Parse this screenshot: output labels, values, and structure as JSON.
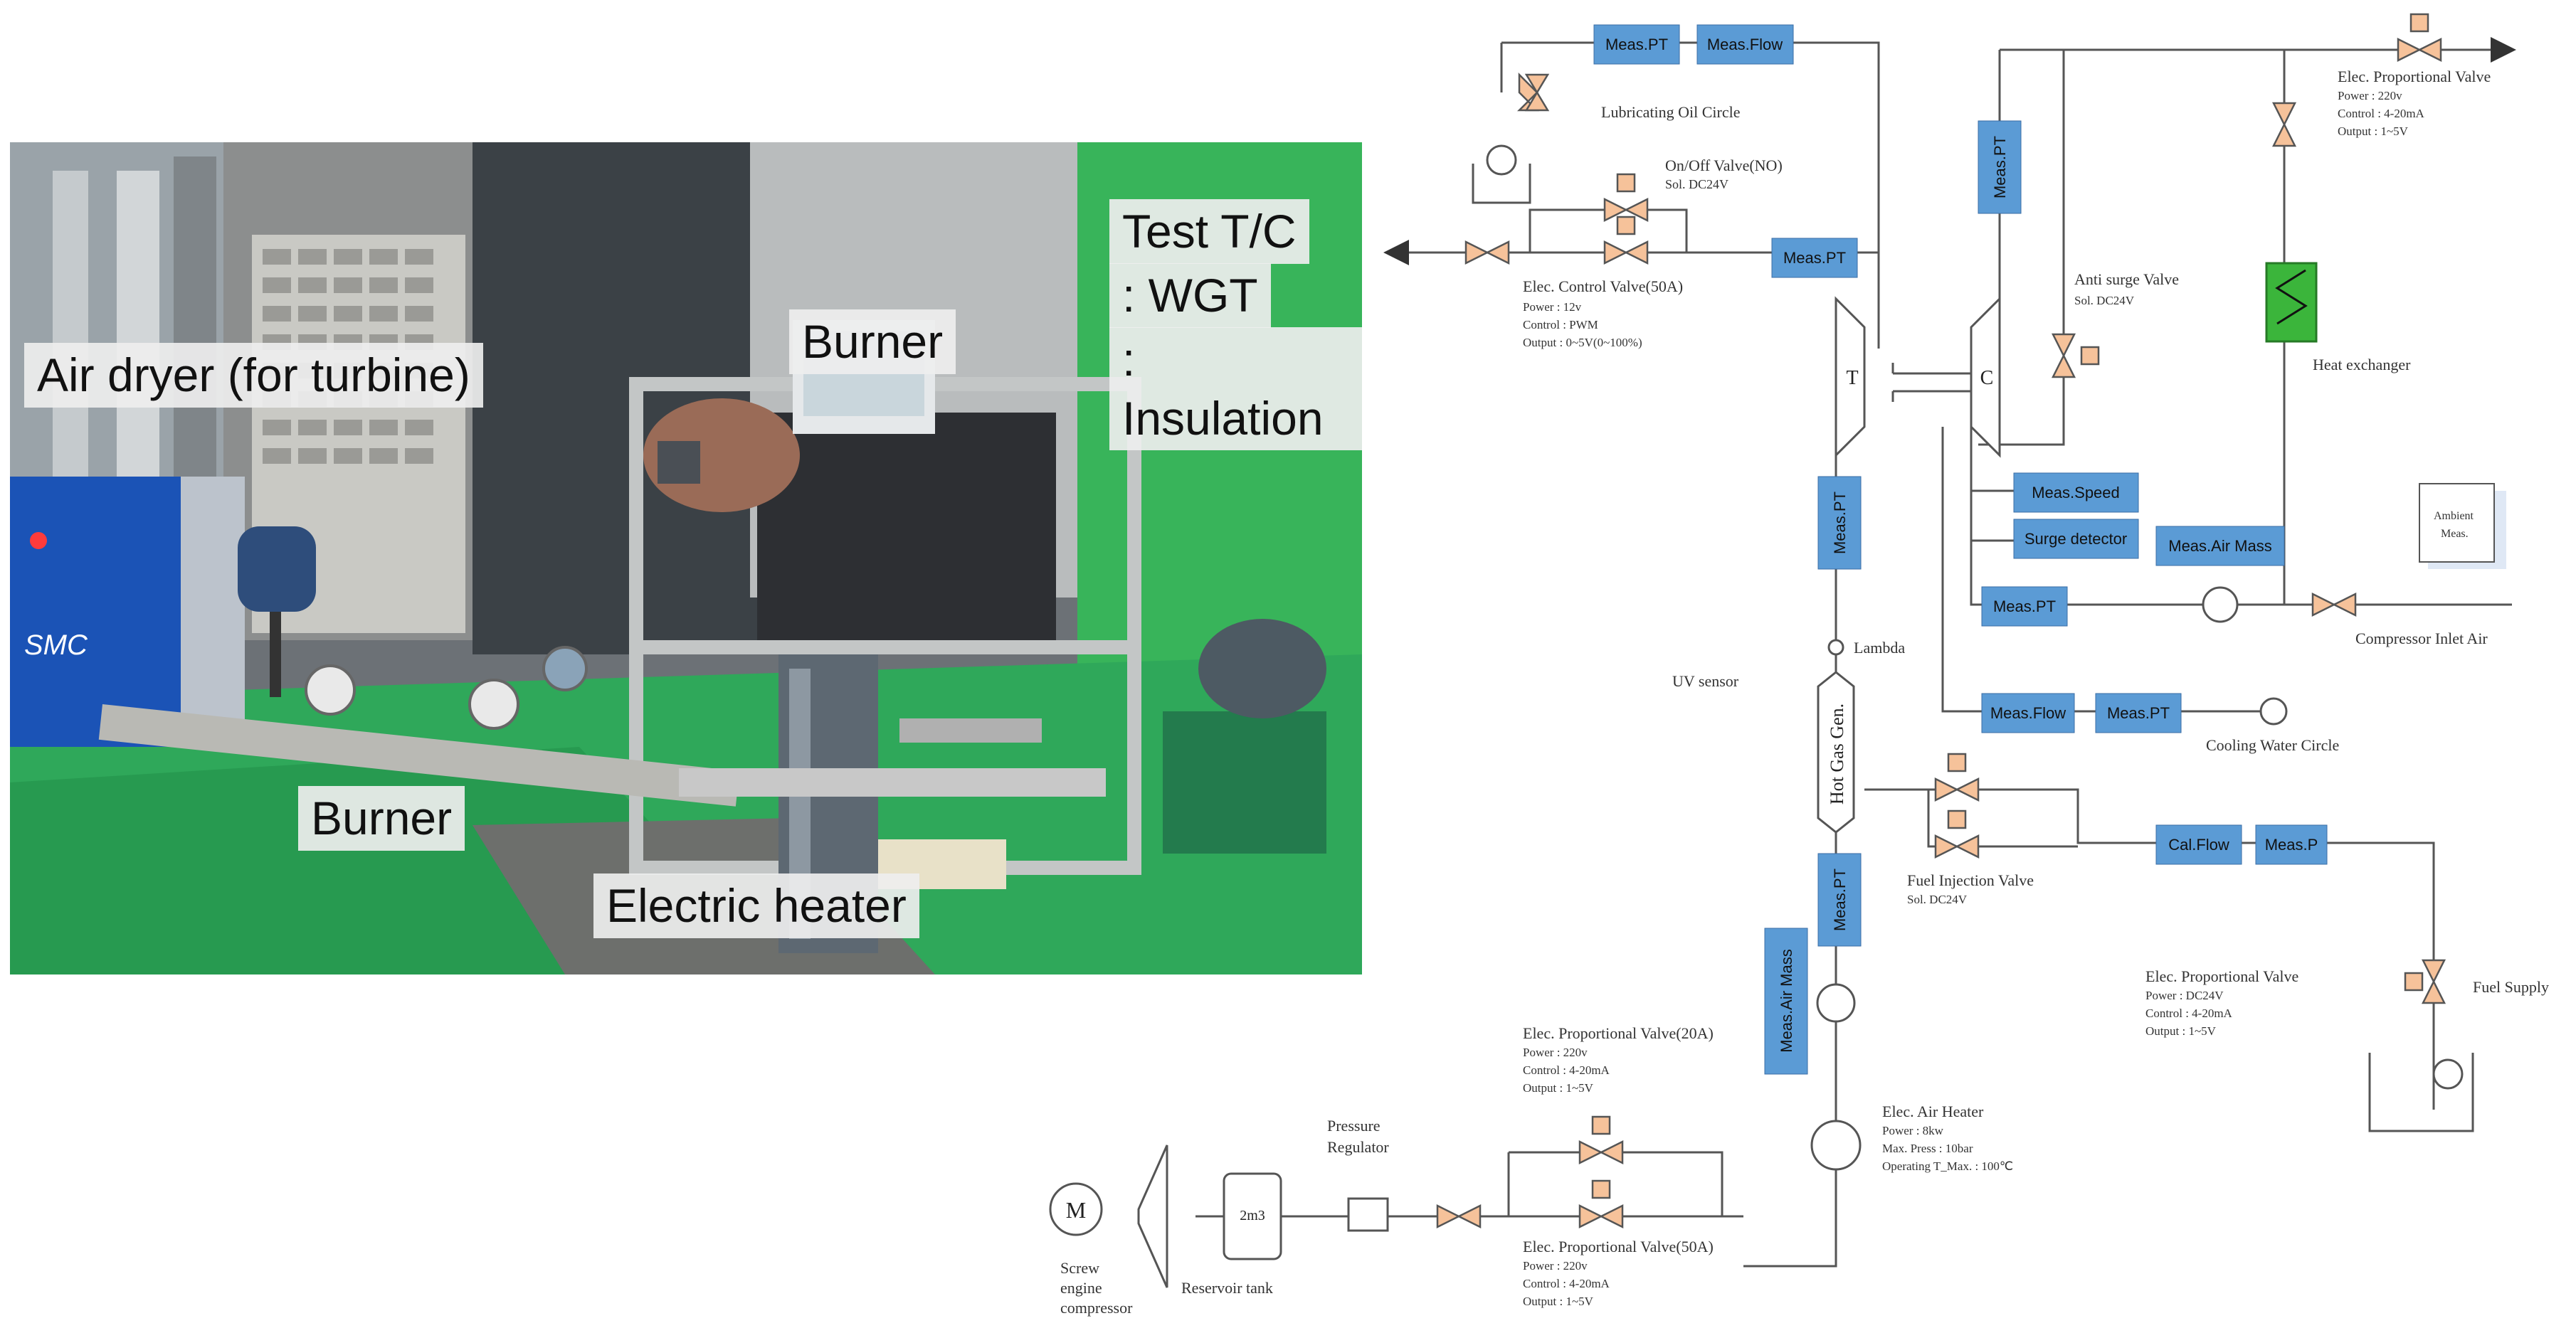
{
  "photo": {
    "labels": {
      "test_tc": "Test T/C",
      "wgt": ": WGT",
      "insulation": ": Insulation",
      "burner_top": "Burner",
      "air_dryer": "Air dryer (for turbine)",
      "burner_bottom": "Burner",
      "electric_heater": "Electric  heater"
    },
    "dryer_brand": "SMC"
  },
  "diagram": {
    "boxes": {
      "meas_pt_top": "Meas.PT",
      "meas_flow_top": "Meas.Flow",
      "meas_pt_outlet": "Meas.PT",
      "meas_pt_comp": "Meas.PT",
      "meas_pt_turbine": "Meas.PT",
      "meas_speed": "Meas.Speed",
      "surge_detector": "Surge detector",
      "meas_air_mass_comp": "Meas.Air Mass",
      "meas_pt_inlet": "Meas.PT",
      "meas_flow_cool": "Meas.Flow",
      "meas_pt_cool": "Meas.PT",
      "cal_flow": "Cal.Flow",
      "meas_p": "Meas.P",
      "meas_pt_hgg": "Meas.PT",
      "meas_air_mass_low": "Meas.Air Mass"
    },
    "labels": {
      "lub_oil": "Lubricating Oil Circle",
      "onoff_valve": "On/Off Valve(NO)",
      "onoff_sol": "Sol. DC24V",
      "ctrl_valve": "Elec. Control Valve(50A)",
      "ctrl_power": "Power : 12v",
      "ctrl_control": "Control : PWM",
      "ctrl_output": "Output : 0~5V(0~100%)",
      "prop_valve_top": "Elec. Proportional Valve",
      "prop_top_power": "Power : 220v",
      "prop_top_control": "Control : 4-20mA",
      "prop_top_output": "Output : 1~5V",
      "anti_surge": "Anti surge  Valve",
      "anti_surge_sol": "Sol. DC24V",
      "heat_exchanger": "Heat exchanger",
      "ambient": "Ambient",
      "meas": "Meas.",
      "compressor_inlet": "Compressor Inlet Air",
      "lambda": "Lambda",
      "uv_sensor": "UV sensor",
      "hot_gas_gen": "Hot Gas Gen.",
      "cooling_water": "Cooling Water Circle",
      "fuel_injection": "Fuel Injection Valve",
      "fuel_injection_sol": "Sol. DC24V",
      "prop_valve_fuel": "Elec. Proportional Valve",
      "prop_fuel_power": "Power : DC24V",
      "prop_fuel_control": "Control : 4-20mA",
      "prop_fuel_output": "Output : 1~5V",
      "fuel_supply": "Fuel Supply",
      "prop_valve_20a": "Elec. Proportional Valve(20A)",
      "p20_power": "Power : 220v",
      "p20_control": "Control : 4-20mA",
      "p20_output": "Output : 1~5V",
      "air_heater": "Elec. Air Heater",
      "ah_power": "Power : 8kw",
      "ah_press": "Max. Press : 10bar",
      "ah_temp": "Operating T_Max. : 100℃",
      "pressure": "Pressure",
      "regulator": "Regulator",
      "prop_valve_50a": "Elec. Proportional Valve(50A)",
      "p50_power": "Power : 220v",
      "p50_control": "Control : 4-20mA",
      "p50_output": "Output : 1~5V",
      "screw": "Screw",
      "engine": "engine",
      "compressor": "compressor",
      "reservoir_tank": "Reservoir tank",
      "tank_volume": "2m3",
      "motor": "M",
      "turbine": "T",
      "comp": "C"
    }
  },
  "colors": {
    "meas_box": "#5b9bd5",
    "heat_exchanger": "#3bb53b",
    "valve_fill": "#f6c29a",
    "floor_green": "#2fa85a",
    "label_bg": "#ececec"
  }
}
